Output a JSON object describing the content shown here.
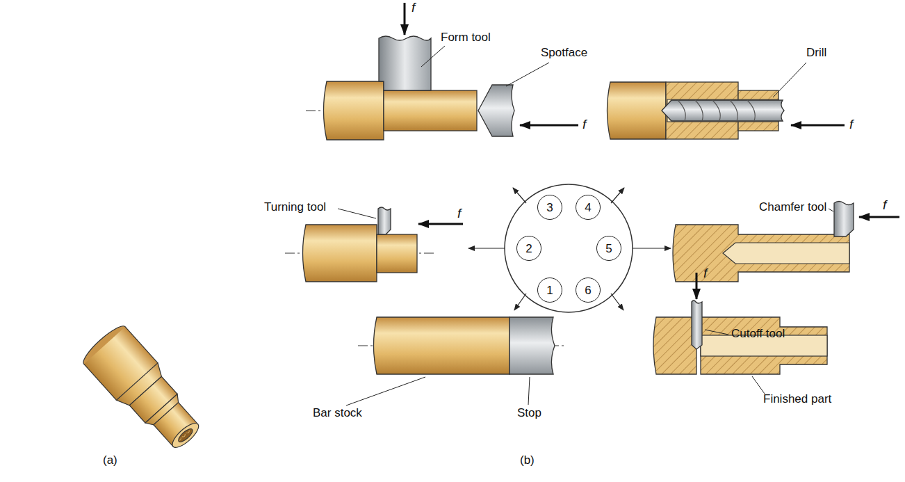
{
  "diagram": {
    "nodes": [
      {
        "text": [
          "3"
        ]
      },
      {
        "text": [
          "4"
        ]
      },
      {
        "text": [
          "2"
        ]
      },
      {
        "text": [
          "5"
        ]
      },
      {
        "text": [
          "1"
        ]
      },
      {
        "text": [
          "6"
        ]
      }
    ],
    "labels": [
      "f",
      "Form tool",
      "Spotface",
      "Drill",
      "f",
      "f",
      "Turning tool",
      "f",
      "Chamfer tool",
      "f",
      "f",
      "Cutoff tool",
      "Finished part",
      "Bar stock",
      "Stop",
      "(a)",
      "(b)"
    ]
  }
}
